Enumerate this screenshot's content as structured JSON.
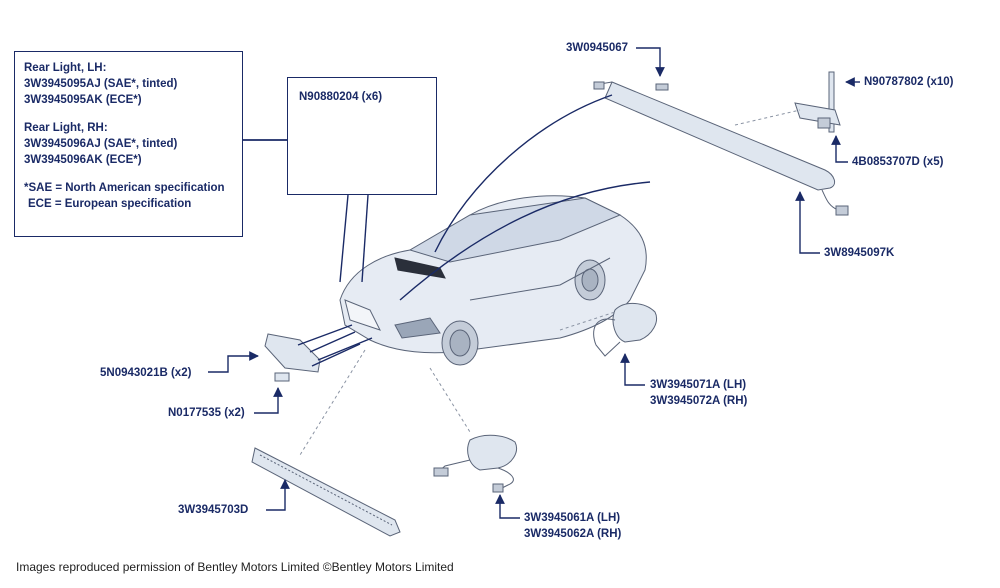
{
  "rear_light_info": {
    "lh_title": "Rear Light, LH:",
    "lh_parts": [
      "3W3945095AJ (SAE*, tinted)",
      "3W3945095AK (ECE*)"
    ],
    "rh_title": "Rear Light, RH:",
    "rh_parts": [
      "3W3945096AJ (SAE*, tinted)",
      "3W3945096AK (ECE*)"
    ],
    "note_sae": "*SAE = North American specification",
    "note_ece": "ECE = European specification"
  },
  "parts": {
    "n90880204": "N90880204 (x6)",
    "w3w0945067": "3W0945067",
    "n90787802": "N90787802 (x10)",
    "b4b0853707d": "4B0853707D (x5)",
    "w3w8945097k": "3W8945097K",
    "n5n0943021b": "5N0943021B (x2)",
    "n0177535": "N0177535 (x2)",
    "w3w3945071a": "3W3945071A (LH)",
    "w3w3945072a": "3W3945072A (RH)",
    "w3w3945703d": "3W3945703D",
    "w3w3945061a": "3W3945061A (LH)",
    "w3w3945062a": "3W3945062A (RH)"
  },
  "credit": "Images reproduced permission of Bentley Motors Limited ©Bentley Motors Limited",
  "colors": {
    "line": "#1a2a66",
    "part_fill": "#dfe6ef",
    "part_stroke": "#5a6478"
  }
}
